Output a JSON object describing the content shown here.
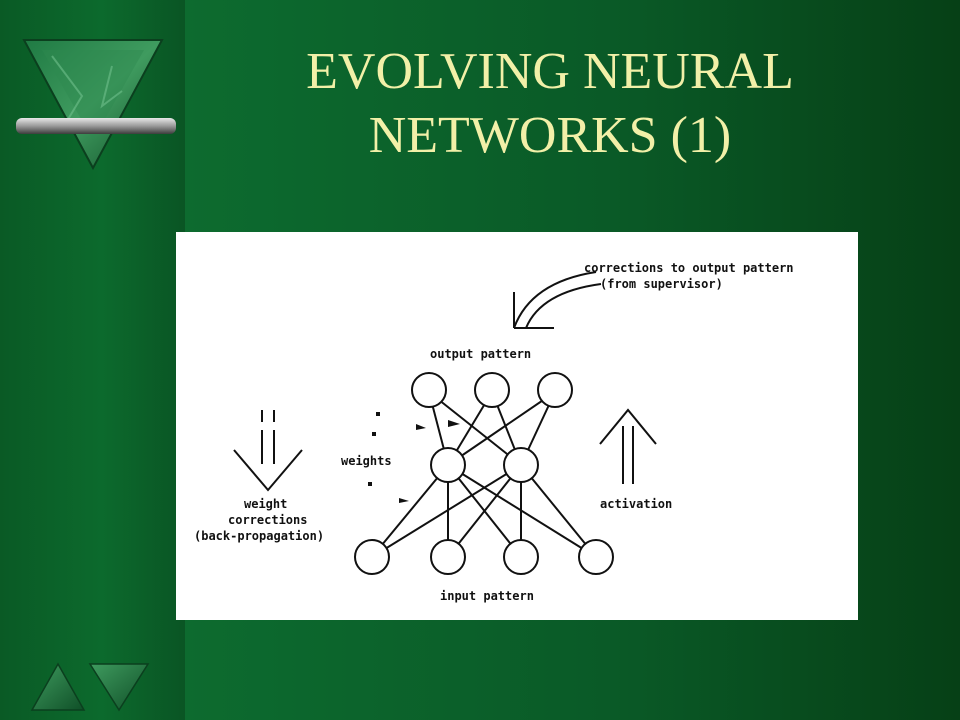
{
  "slide": {
    "title_line1": "EVOLVING NEURAL",
    "title_line2": "NETWORKS (1)"
  },
  "diagram": {
    "corrections_line1": "corrections to output pattern",
    "corrections_line2": "(from supervisor)",
    "output_label": "output pattern",
    "weights_label": "weights",
    "weight_corr_line1": "weight",
    "weight_corr_line2": "corrections",
    "weight_corr_line3": "(back-propagation)",
    "activation_label": "activation",
    "input_label": "input pattern"
  },
  "colors": {
    "background": "#0b5a26",
    "title": "#f2f0a8"
  },
  "icons": [
    "marble-triangle-icon",
    "small-triangle-icon"
  ]
}
